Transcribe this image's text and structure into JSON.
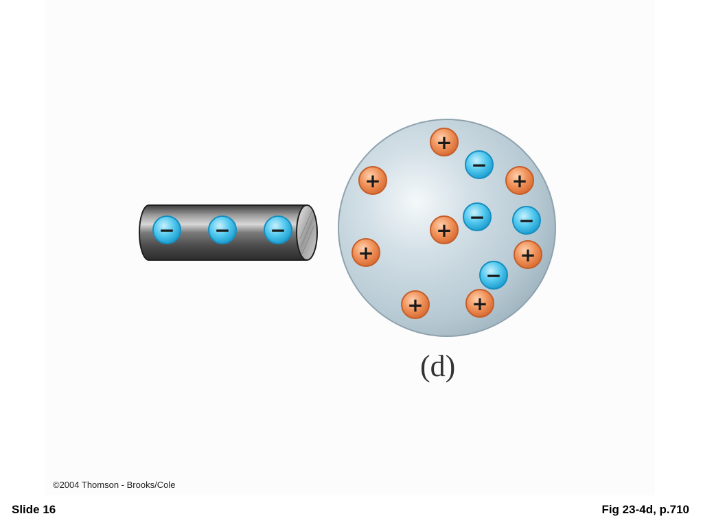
{
  "figure": {
    "panel_label": "(d)",
    "copyright": "©2004 Thomson - Brooks/Cole",
    "rod": {
      "charges": [
        {
          "sign": "negative",
          "symbol": "−"
        },
        {
          "sign": "negative",
          "symbol": "−"
        },
        {
          "sign": "negative",
          "symbol": "−"
        }
      ]
    },
    "sphere": {
      "charges": [
        {
          "sign": "positive",
          "symbol": "+"
        },
        {
          "sign": "negative",
          "symbol": "−"
        },
        {
          "sign": "positive",
          "symbol": "+"
        },
        {
          "sign": "positive",
          "symbol": "+"
        },
        {
          "sign": "negative",
          "symbol": "−"
        },
        {
          "sign": "negative",
          "symbol": "−"
        },
        {
          "sign": "positive",
          "symbol": "+"
        },
        {
          "sign": "positive",
          "symbol": "+"
        },
        {
          "sign": "positive",
          "symbol": "+"
        },
        {
          "sign": "negative",
          "symbol": "−"
        },
        {
          "sign": "positive",
          "symbol": "+"
        },
        {
          "sign": "positive",
          "symbol": "+"
        }
      ]
    },
    "colors": {
      "positive_charge": "#e8874f",
      "negative_charge": "#3fc2ea",
      "sphere": "#bccdd6",
      "rod": "#6a6a6a"
    }
  },
  "footer": {
    "slide_number": "Slide 16",
    "figure_ref": "Fig 23-4d, p.710"
  }
}
